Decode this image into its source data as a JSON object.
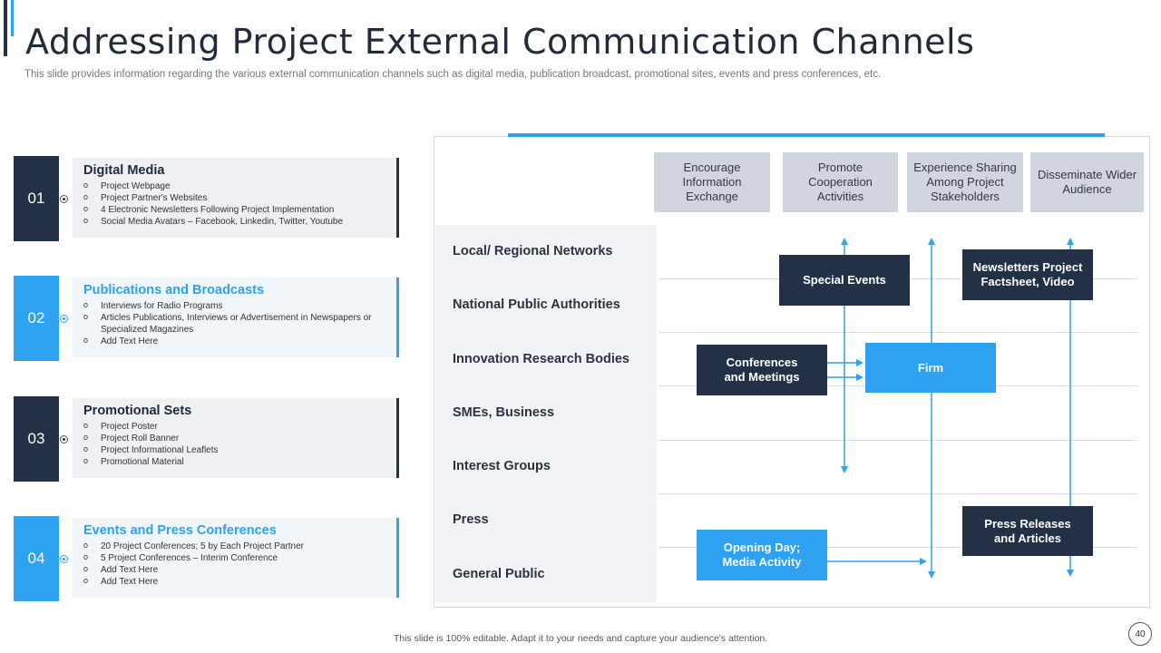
{
  "header": {
    "title": "Addressing Project External Communication Channels",
    "subtitle": "This slide provides information regarding the various external communication channels such as digital media, publication broadcast, promotional sites, events and press conferences, etc."
  },
  "channels": [
    {
      "number": "01",
      "title": "Digital Media",
      "items": [
        "Project Webpage",
        "Project Partner's Websites",
        "4 Electronic Newsletters Following Project Implementation",
        "Social Media Avatars – Facebook, Linkedin, Twitter, Youtube"
      ]
    },
    {
      "number": "02",
      "title": "Publications and Broadcasts",
      "items": [
        "Interviews for Radio Programs",
        "Articles Publications, Interviews or Advertisement in Newspapers or Specialized Magazines",
        "Add Text Here"
      ]
    },
    {
      "number": "03",
      "title": "Promotional Sets",
      "items": [
        "Project Poster",
        "Project Roll Banner",
        "Project Informational Leaflets",
        "Promotional Material"
      ]
    },
    {
      "number": "04",
      "title": "Events and Press Conferences",
      "items": [
        "20 Project Conferences; 5 by Each Project Partner",
        "5 Project Conferences – Interim Conference",
        "Add Text Here",
        "Add Text Here"
      ]
    }
  ],
  "diagram": {
    "objectives": [
      "Encourage Information Exchange",
      "Promote Cooperation Activities",
      "Experience Sharing Among Project Stakeholders",
      "Disseminate Wider Audience"
    ],
    "audiences": [
      "Local/ Regional Networks",
      "National Public Authorities",
      "Innovation Research Bodies",
      "SMEs, Business",
      "Interest Groups",
      "Press",
      "General Public"
    ],
    "boxes": {
      "special_events": "Special Events",
      "newsletters": "Newsletters Project Factsheet, Video",
      "conferences": "Conferences and Meetings",
      "firm": "Firm",
      "press_releases": "Press Releases and Articles",
      "opening_day": "Opening Day; Media Activity"
    },
    "colors": {
      "dark": "#233046",
      "accent": "#2ea2f0",
      "objective_bg": "#d1d5e0"
    }
  },
  "footer": {
    "note": "This slide is 100% editable. Adapt it to your needs and capture your audience's attention.",
    "page_number": "40"
  }
}
